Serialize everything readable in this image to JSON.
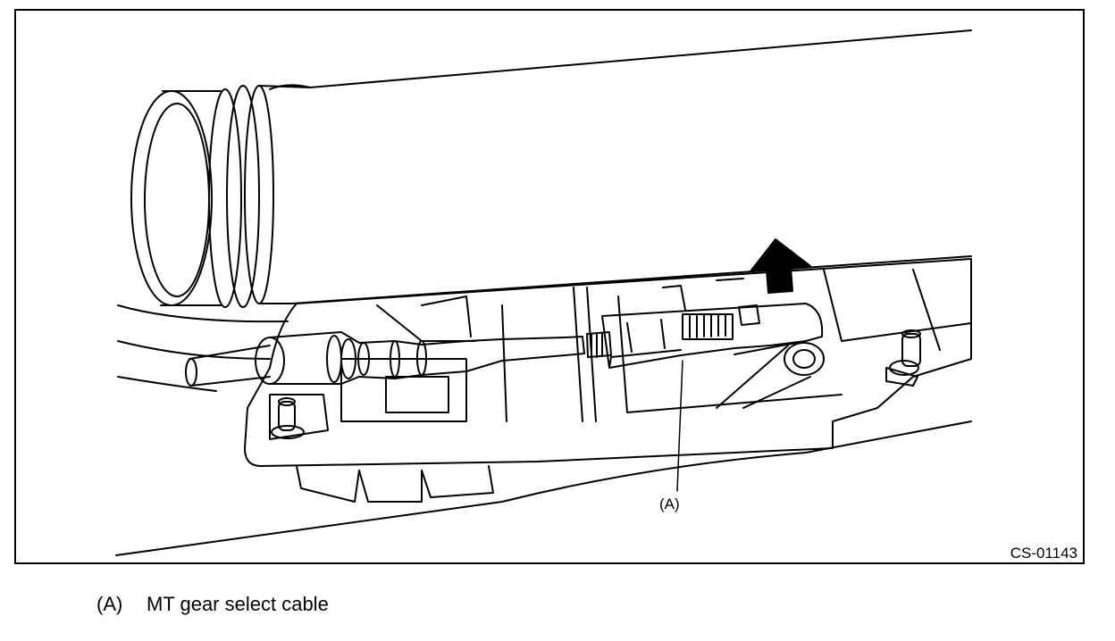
{
  "figure": {
    "callout_label": "(A)",
    "figure_code": "CS-01143"
  },
  "legend": {
    "key": "(A)",
    "text": "MT gear select cable"
  }
}
